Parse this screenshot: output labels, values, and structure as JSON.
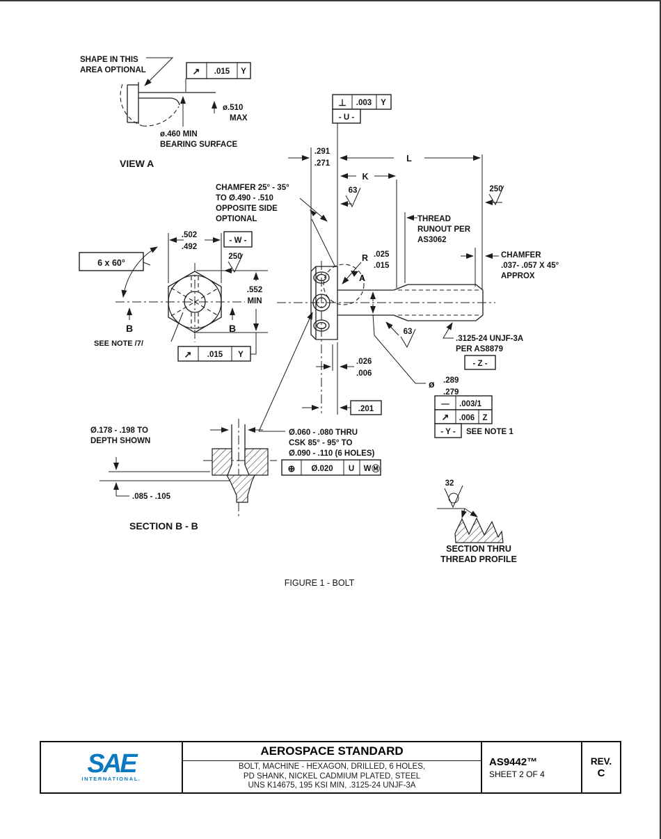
{
  "colors": {
    "ink": "#1c1c1c",
    "sae_blue": "#0a79c0"
  },
  "figure_caption": "FIGURE 1 - BOLT",
  "view_a": {
    "shape_note": [
      "SHAPE IN THIS",
      "AREA OPTIONAL"
    ],
    "fcf": {
      "symbol": "↗",
      "tolerance": ".015",
      "datum": "Y"
    },
    "dia_max": [
      "ø.510",
      "MAX"
    ],
    "bearing": [
      "ø.460 MIN",
      "BEARING SURFACE"
    ],
    "label": "VIEW A"
  },
  "main_view": {
    "fcf_perp": {
      "symbol": "⊥",
      "tolerance": ".003",
      "datum": "Y"
    },
    "datum_u": "- U -",
    "head_thickness": [
      ".291",
      ".271"
    ],
    "dim_l": "L",
    "dim_k": "K",
    "finish_shank": "63",
    "finish_thread": "63",
    "finish_end": "250",
    "chamfer_note": [
      "CHAMFER 25° - 35°",
      "TO  Ø.490 - .510",
      "OPPOSITE SIDE",
      "OPTIONAL"
    ],
    "thread_runout": [
      "THREAD",
      "RUNOUT PER",
      "AS3062"
    ],
    "end_chamfer": [
      "CHAMFER",
      ".037- .057 X 45°",
      "APPROX"
    ],
    "fillet_radius": {
      "prefix": "R",
      "upper": ".025",
      "lower": ".015"
    },
    "detail_a": "A",
    "thread_spec": [
      ".3125-24 UNJF-3A",
      "PER  AS8879"
    ],
    "datum_z": "- Z -",
    "shank_dia": {
      "symbol": "ø",
      "upper": ".289",
      "lower": ".279"
    },
    "fcf_straightness": {
      "symbol": "—",
      "tolerance": ".003/1"
    },
    "fcf_runout": {
      "symbol": "↗",
      "tolerance": ".006",
      "datum": "Z"
    },
    "datum_y": "- Y -",
    "datum_y_note": "SEE NOTE 1",
    "gap_dim": [
      ".026",
      ".006"
    ],
    "basic_dim": ".201",
    "holes_note": [
      "Ø.060 - .080 THRU",
      "CSK 85° - 95° TO",
      "Ø.090 - .110 (6 HOLES)"
    ],
    "fcf_position": {
      "symbol": "⊕",
      "tolerance": "Ø.020",
      "datum1": "U",
      "datum2": "W",
      "modifier": "Ⓜ"
    }
  },
  "hex_view": {
    "angle_note": "6 x 60°",
    "across_flats": [
      ".502",
      ".492"
    ],
    "datum_w": "- W -",
    "finish": "250",
    "across_corners": [
      ".552",
      "MIN"
    ],
    "section_arrow": "B",
    "see_note": "SEE NOTE /7/",
    "fcf": {
      "symbol": "↗",
      "tolerance": ".015",
      "datum": "Y"
    }
  },
  "section_bb": {
    "hole_note": [
      "Ø.178 - .198 TO",
      "DEPTH SHOWN"
    ],
    "step_dim": ".085 - .105",
    "label": "SECTION  B - B"
  },
  "thread_section": {
    "finish": "32",
    "label": [
      "SECTION THRU",
      "THREAD PROFILE"
    ]
  },
  "title_block": {
    "logo": {
      "text": "SAE",
      "subtext": "INTERNATIONAL."
    },
    "heading": "AEROSPACE STANDARD",
    "description": [
      "BOLT, MACHINE - HEXAGON, DRILLED, 6 HOLES,",
      "PD SHANK, NICKEL CADMIUM PLATED, STEEL",
      "UNS K14675, 195 KSI MIN, .3125-24 UNJF-3A"
    ],
    "document": "AS9442™",
    "sheet": "SHEET 2 OF 4",
    "rev_label": "REV.",
    "rev": "C"
  }
}
